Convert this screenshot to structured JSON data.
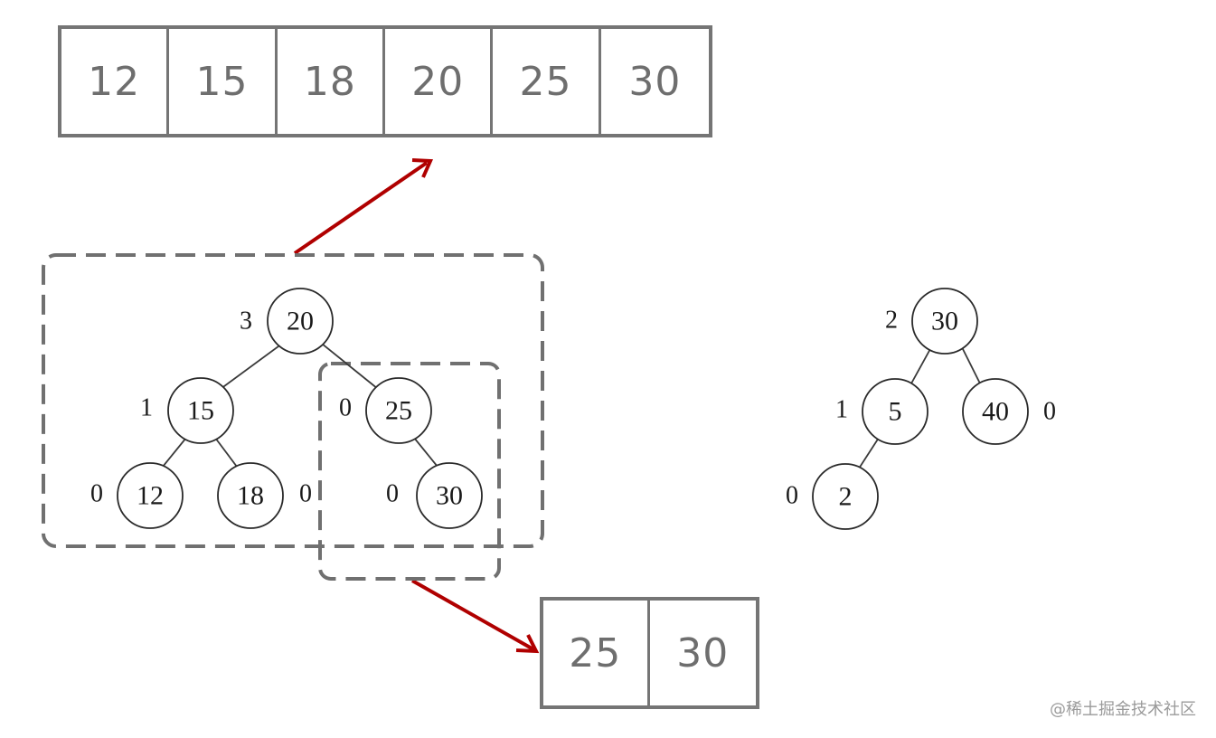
{
  "top_array": {
    "values": [
      "12",
      "15",
      "18",
      "20",
      "25",
      "30"
    ]
  },
  "bottom_array": {
    "values": [
      "25",
      "30"
    ]
  },
  "left_tree": {
    "nodes": {
      "root": {
        "value": "20",
        "height": "3"
      },
      "n15": {
        "value": "15",
        "height": "1"
      },
      "n25": {
        "value": "25",
        "height": "0"
      },
      "n12": {
        "value": "12",
        "height": "0"
      },
      "n18": {
        "value": "18",
        "height": "0"
      },
      "n30": {
        "value": "30",
        "height": "0"
      }
    }
  },
  "right_tree": {
    "nodes": {
      "root": {
        "value": "30",
        "height": "2"
      },
      "n5": {
        "value": "5",
        "height": "1"
      },
      "n40": {
        "value": "40",
        "height": "0"
      },
      "n2": {
        "value": "2",
        "height": "0"
      }
    }
  },
  "watermark": "@稀土掘金技术社区",
  "colors": {
    "arrow": "#b00000",
    "box_border": "#757575",
    "dash_border": "#707070"
  }
}
